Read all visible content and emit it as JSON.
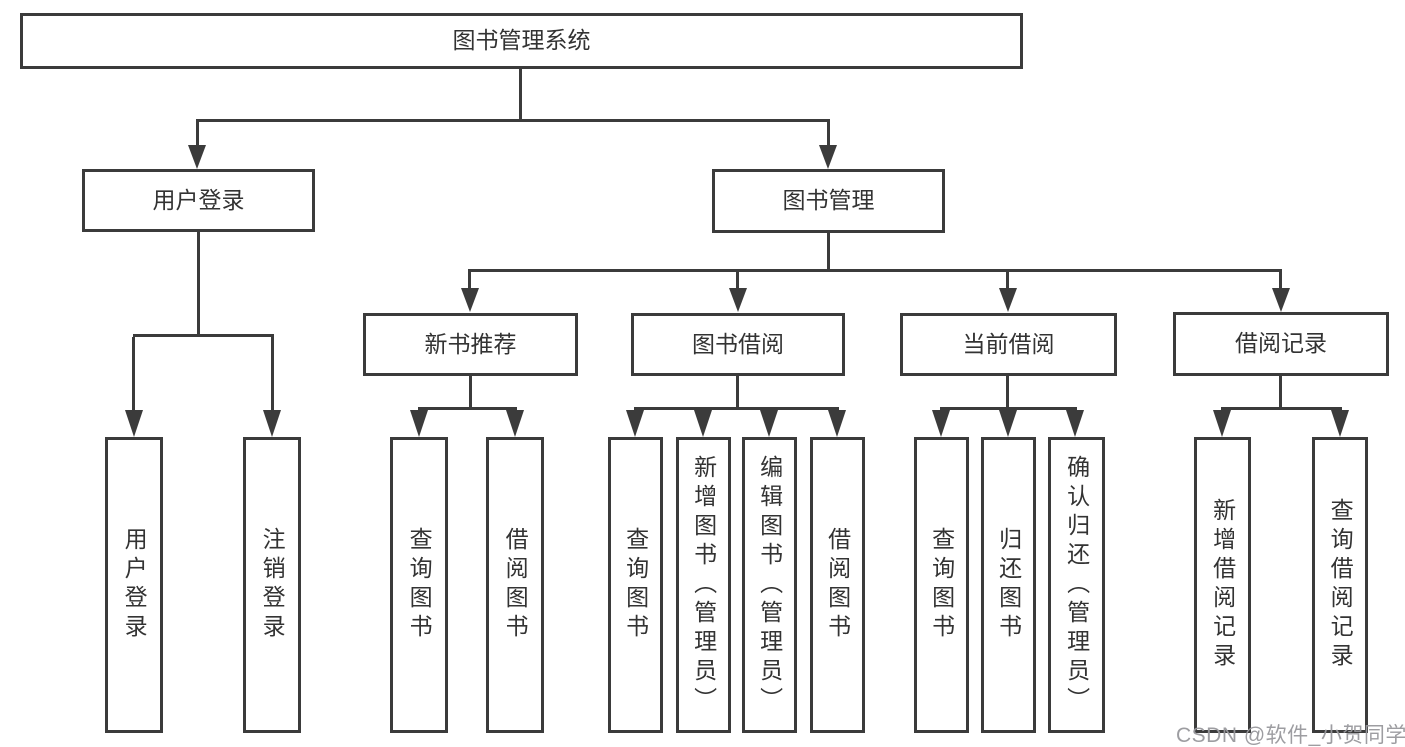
{
  "diagram": {
    "title": "图书管理系统",
    "branches": [
      {
        "label": "用户登录",
        "children": [
          "用户登录",
          "注销登录"
        ]
      },
      {
        "label": "图书管理",
        "groups": [
          {
            "label": "新书推荐",
            "children": [
              "查询图书",
              "借阅图书"
            ]
          },
          {
            "label": "图书借阅",
            "children": [
              "查询图书",
              "新增图书（管理员）",
              "编辑图书（管理员）",
              "借阅图书"
            ]
          },
          {
            "label": "当前借阅",
            "children": [
              "查询图书",
              "归还图书",
              "确认归还（管理员）"
            ]
          },
          {
            "label": "借阅记录",
            "children": [
              "新增借阅记录",
              "查询借阅记录"
            ]
          }
        ]
      }
    ]
  },
  "watermark": {
    "text": "CSDN @软件_小贺同学"
  },
  "colors": {
    "line": "#3b3b3b",
    "text": "#333333",
    "background": "#ffffff",
    "watermark": "#98989c"
  }
}
